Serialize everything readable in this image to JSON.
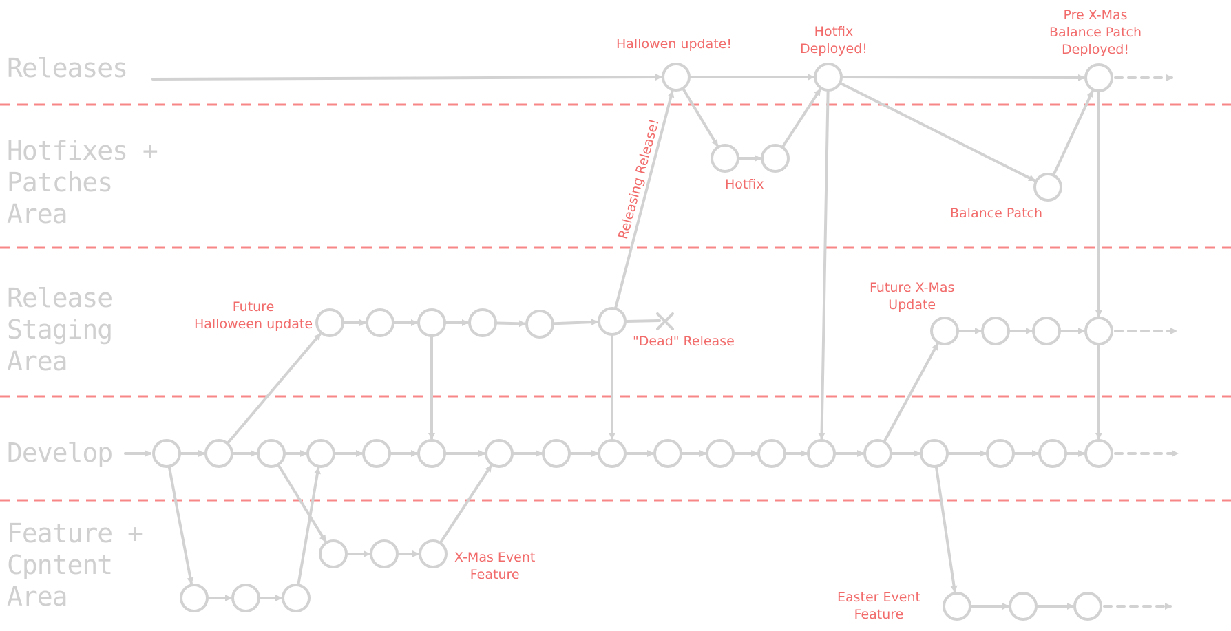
{
  "lanes": [
    {
      "id": "releases",
      "label": "Releases"
    },
    {
      "id": "hotfixes",
      "label": "Hotfixes +\nPatches\nArea"
    },
    {
      "id": "staging",
      "label": "Release\nStaging\nArea"
    },
    {
      "id": "develop",
      "label": "Develop"
    },
    {
      "id": "feature",
      "label": "Feature +\nCpntent\nArea"
    }
  ],
  "annotations": {
    "halloween_update": "Hallowen update!",
    "hotfix_deployed": "Hotfix\nDeployed!",
    "pre_xmas_patch": "Pre X-Mas\nBalance Patch\nDeployed!",
    "releasing_release": "Releasing Release!",
    "hotfix": "Hotfix",
    "balance_patch": "Balance Patch",
    "future_halloween": "Future\nHalloween update",
    "dead_release": "\"Dead\" Release",
    "future_xmas": "Future X-Mas\nUpdate",
    "xmas_event_feature": "X-Mas Event\nFeature",
    "easter_event_feature": "Easter Event\nFeature"
  },
  "colors": {
    "divider": "#f78787",
    "node_stroke": "#d2d2d2",
    "edge": "#d2d2d2",
    "annotation": "#f26b6b",
    "lane_label": "#d0d0d0"
  },
  "graph": {
    "node_count": 49,
    "dead_end_marker": "x-icon",
    "continuation_style": "dashed-arrow"
  }
}
